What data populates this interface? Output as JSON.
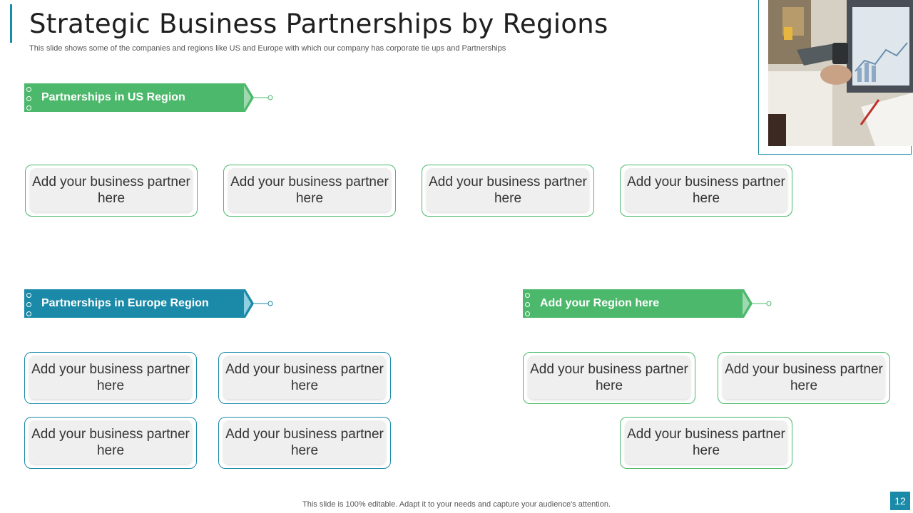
{
  "header": {
    "title": "Strategic Business Partnerships by Regions",
    "subtitle": "This slide shows some of the companies and regions like US and Europe with which our company has corporate tie ups and Partnerships"
  },
  "regions": {
    "us": {
      "label": "Partnerships in US Region"
    },
    "europe": {
      "label": "Partnerships in Europe Region"
    },
    "other": {
      "label": "Add your Region here"
    }
  },
  "partners": {
    "us": [
      "Add your business partner here",
      "Add your business partner here",
      "Add your business partner here",
      "Add your business partner here"
    ],
    "europe": [
      "Add your business partner here",
      "Add your business partner here",
      "Add your business partner here",
      "Add your business partner here"
    ],
    "other": [
      "Add your business partner here",
      "Add your business partner here",
      "Add your business partner here"
    ]
  },
  "footer": {
    "note": "This slide is 100% editable. Adapt it to your needs and capture your audience's attention.",
    "page_number": "12"
  },
  "colors": {
    "green": "#4cb86b",
    "blue": "#1a8aa8"
  }
}
